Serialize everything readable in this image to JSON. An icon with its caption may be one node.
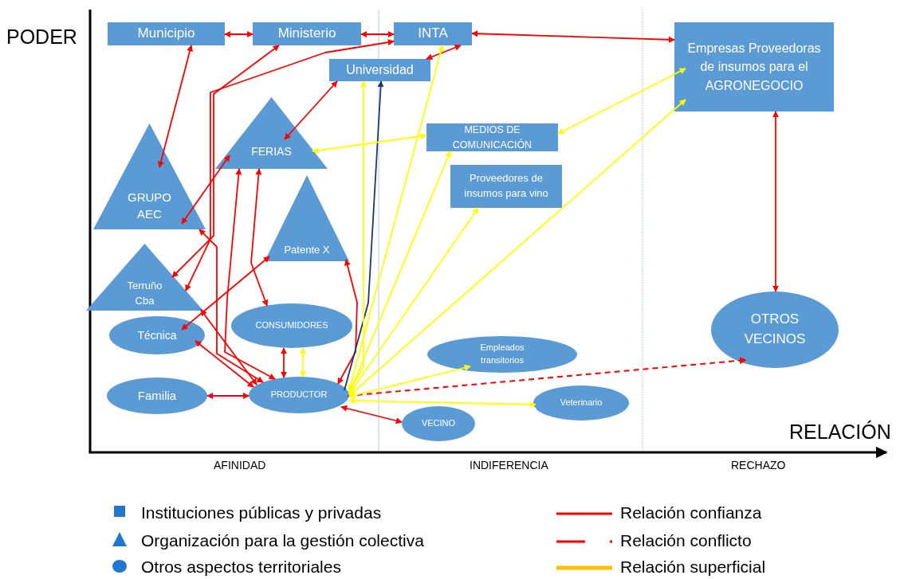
{
  "diagram": {
    "nodes": [
      {
        "text": [
          "Municipio"
        ]
      },
      {
        "text": [
          "Ministerio"
        ]
      },
      {
        "text": [
          "INTA"
        ]
      },
      {
        "text": [
          "Universidad"
        ]
      },
      {
        "text": [
          "Empresas Proveedoras de insumos para el AGRONEGOCIO"
        ]
      },
      {
        "text": [
          "FERIAS"
        ]
      },
      {
        "text": [
          "MEDIOS DE COMUNICACIÓN"
        ]
      },
      {
        "text": [
          "GRUPO AEC"
        ]
      },
      {
        "text": [
          "Proveedores de insumos para vino"
        ]
      },
      {
        "text": [
          "Patente X"
        ]
      },
      {
        "text": [
          "Terruño Cba"
        ]
      },
      {
        "text": [
          "Técnica"
        ]
      },
      {
        "text": [
          "CONSUMIDORES"
        ]
      },
      {
        "text": [
          "OTROS VECINOS"
        ]
      },
      {
        "text": [
          "Empleados transitorios"
        ]
      },
      {
        "text": [
          "Familia"
        ]
      },
      {
        "text": [
          "PRODUCTOR"
        ]
      },
      {
        "text": [
          "Veterinario"
        ]
      },
      {
        "text": [
          "VECINO"
        ]
      }
    ],
    "edges": [
      {
        "from": 0,
        "to": 1,
        "arrow": "both"
      },
      {
        "from": 1,
        "to": 2,
        "arrow": "both"
      },
      {
        "from": 2,
        "to": 4,
        "arrow": "both"
      },
      {
        "from": 2,
        "to": 3,
        "arrow": "both"
      },
      {
        "from": 0,
        "to": 7,
        "arrow": "both"
      },
      {
        "from": 3,
        "to": 5,
        "arrow": "both"
      },
      {
        "from": 2,
        "to": 10,
        "arrow": "both"
      },
      {
        "from": 1,
        "to": 10,
        "arrow": "both"
      },
      {
        "from": 5,
        "to": 7,
        "arrow": "both"
      },
      {
        "from": 7,
        "to": 16,
        "arrow": "both"
      },
      {
        "from": 5,
        "to": 16,
        "arrow": "both"
      },
      {
        "from": 5,
        "to": 12,
        "arrow": "both"
      },
      {
        "from": 9,
        "to": 11,
        "arrow": "both"
      },
      {
        "from": 10,
        "to": 16,
        "arrow": "both"
      },
      {
        "from": 11,
        "to": 16,
        "arrow": "both"
      },
      {
        "from": 12,
        "to": 16,
        "arrow": "both"
      },
      {
        "from": 12,
        "to": 16,
        "arrow": "both",
        "color": "#ffff00"
      },
      {
        "from": 9,
        "to": 16,
        "arrow": "both"
      },
      {
        "from": 15,
        "to": 16,
        "arrow": "both"
      },
      {
        "from": 16,
        "to": 18,
        "arrow": "both"
      },
      {
        "from": 4,
        "to": 13,
        "arrow": "both"
      },
      {
        "from": 16,
        "to": 13,
        "arrow": "to",
        "style": "dashed"
      },
      {
        "from": 16,
        "to": 3,
        "arrow": "to",
        "color": "#1f3864"
      },
      {
        "from": 16,
        "to": 3,
        "arrow": "both",
        "color": "#ffff00"
      },
      {
        "from": 16,
        "to": 2,
        "arrow": "both",
        "color": "#ffff00"
      },
      {
        "from": 16,
        "to": 6,
        "arrow": "both",
        "color": "#ffff00"
      },
      {
        "from": 16,
        "to": 8,
        "arrow": "both",
        "color": "#ffff00"
      },
      {
        "from": 16,
        "to": 4,
        "arrow": "both",
        "color": "#ffff00"
      },
      {
        "from": 16,
        "to": 14,
        "arrow": "both",
        "color": "#ffff00"
      },
      {
        "from": 16,
        "to": 17,
        "arrow": "both",
        "color": "#ffff00"
      },
      {
        "from": 5,
        "to": 6,
        "arrow": "both",
        "color": "#ffff00"
      },
      {
        "from": 6,
        "to": 4,
        "arrow": "both",
        "color": "#ffff00"
      }
    ],
    "labels": [
      "PODER",
      "RELACIÓN",
      "AFINIDAD",
      "INDIFERENCIA",
      "RECHAZO"
    ],
    "legend": [
      {
        "text": "Instituciones públicas y privadas"
      },
      {
        "text": "Organización para la gestión colectiva"
      },
      {
        "text": "Otros aspectos territoriales"
      },
      {
        "text": "Relación confianza"
      },
      {
        "text": "Relación conflicto"
      },
      {
        "text": "Relación superficial"
      }
    ]
  }
}
